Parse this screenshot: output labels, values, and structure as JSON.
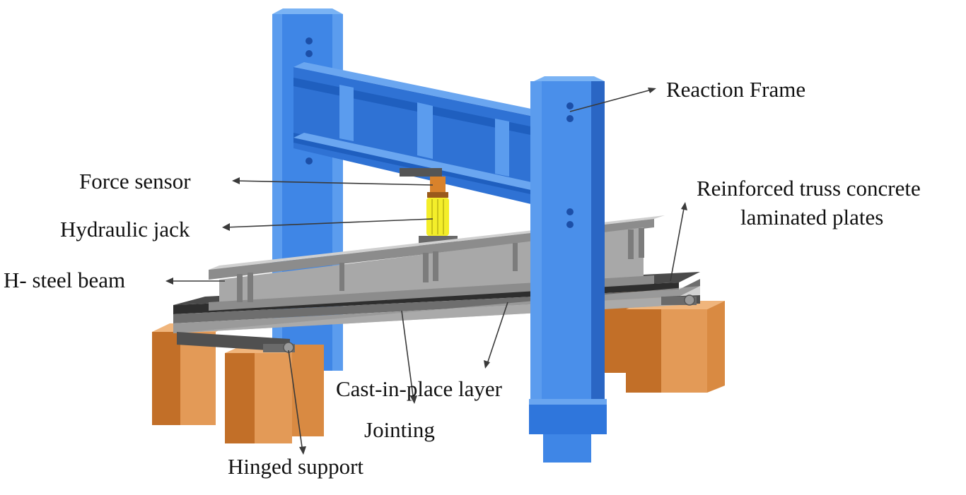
{
  "labels": {
    "reaction_frame": "Reaction Frame",
    "force_sensor": "Force sensor",
    "hydraulic_jack": "Hydraulic jack",
    "h_steel_beam": "H- steel beam",
    "reinforced_line1": "Reinforced truss concrete",
    "reinforced_line2": "laminated plates",
    "cast_in_place": "Cast-in-place layer",
    "jointing": "Jointing",
    "hinged_support": "Hinged support"
  },
  "colors": {
    "frame_blue": "#3f86e6",
    "frame_blue_dark": "#2a66c4",
    "frame_blue_light": "#6aa6f0",
    "steel_gray": "#a8a8a8",
    "steel_gray_dark": "#7c7c7c",
    "slab_dark": "#3b3b3b",
    "slab_mid": "#8e8e8e",
    "support_orange": "#e39a57",
    "support_orange_dark": "#c26f28",
    "jack_yellow": "#f4ee2a",
    "sensor_orange": "#d9822b"
  }
}
